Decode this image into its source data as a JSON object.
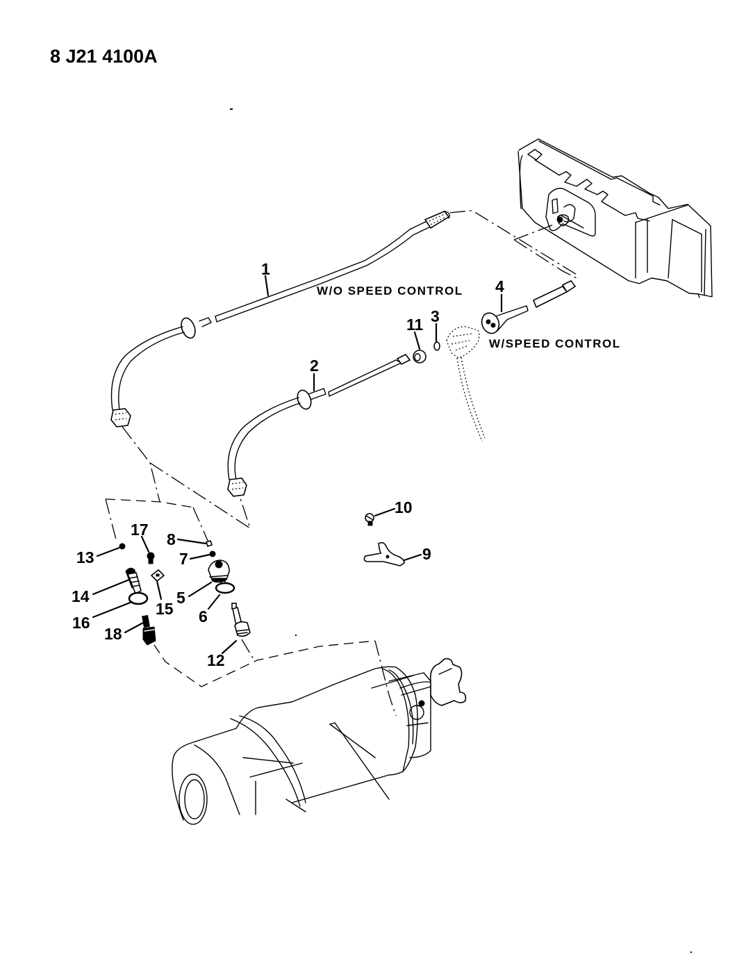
{
  "document": {
    "id": "8 J21 4100A"
  },
  "captions": {
    "without_speed_control": "W/O SPEED CONTROL",
    "with_speed_control": "W/SPEED CONTROL"
  },
  "callouts": {
    "c1": "1",
    "c2": "2",
    "c3": "3",
    "c4": "4",
    "c5": "5",
    "c6": "6",
    "c7": "7",
    "c8": "8",
    "c9": "9",
    "c10": "10",
    "c11": "11",
    "c12": "12",
    "c13": "13",
    "c14": "14",
    "c15": "15",
    "c16": "16",
    "c17": "17",
    "c18": "18"
  },
  "colors": {
    "ink": "#000000",
    "paper": "#ffffff"
  }
}
